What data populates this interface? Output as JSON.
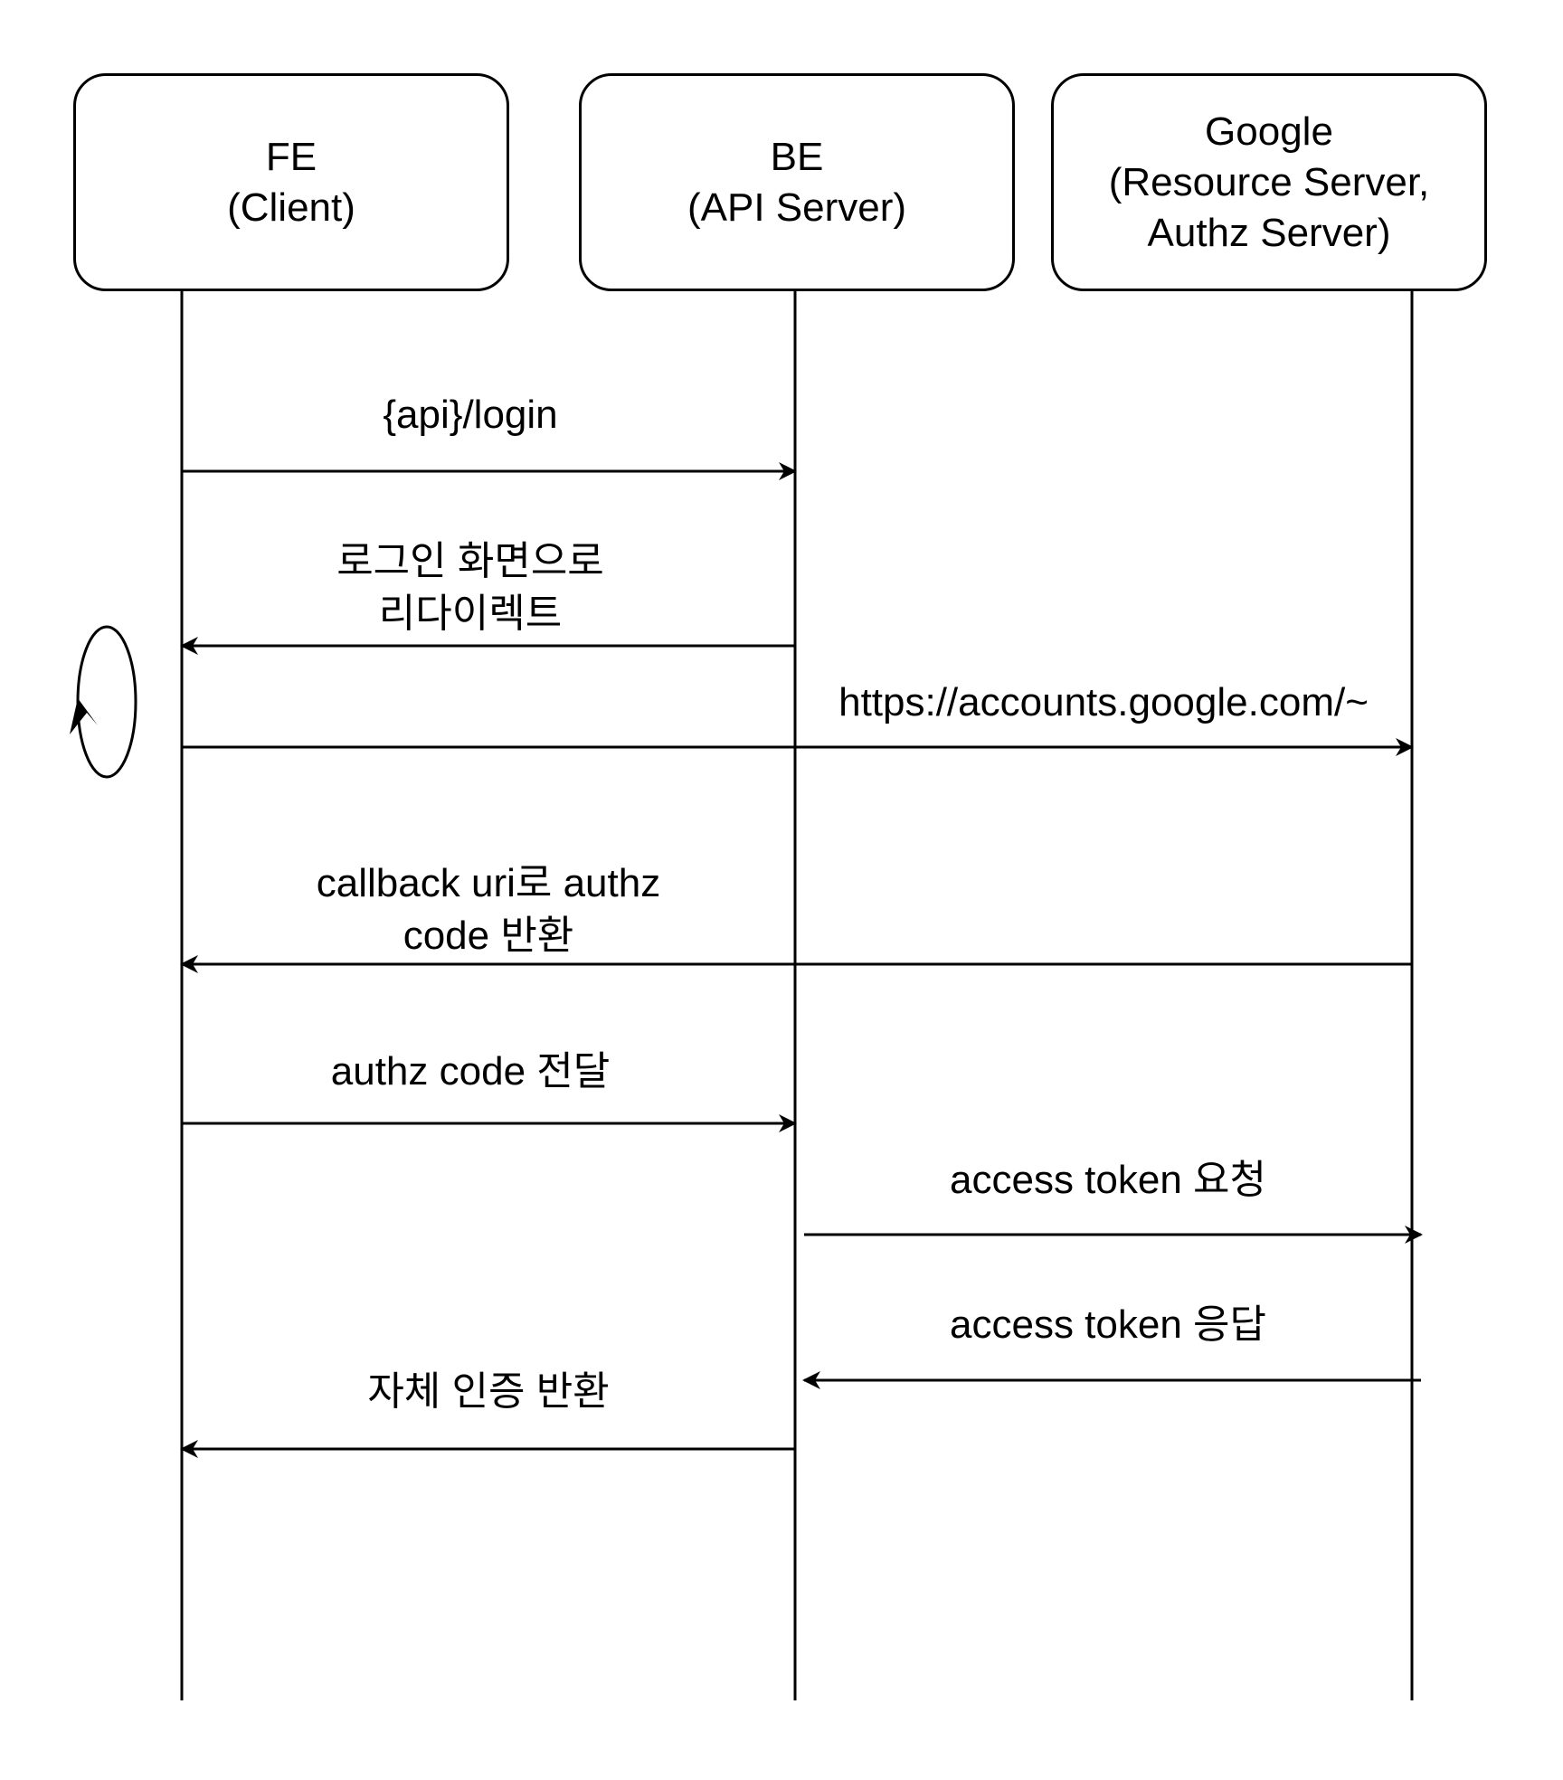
{
  "participants": [
    {
      "id": "fe",
      "label": "FE\n(Client)"
    },
    {
      "id": "be",
      "label": "BE\n(API Server)"
    },
    {
      "id": "google",
      "label": "Google\n(Resource Server,\nAuthz Server)"
    }
  ],
  "messages": [
    {
      "id": "login",
      "from": "fe",
      "to": "be",
      "label": "{api}/login"
    },
    {
      "id": "redirect",
      "from": "be",
      "to": "fe",
      "label": "로그인 화면으로\n리다이렉트"
    },
    {
      "id": "google-accounts",
      "from": "fe",
      "to": "google",
      "label": "https://accounts.google.com/~"
    },
    {
      "id": "callback",
      "from": "google",
      "to": "fe",
      "label": "callback uri로 authz\ncode 반환"
    },
    {
      "id": "send-code",
      "from": "fe",
      "to": "be",
      "label": "authz code 전달"
    },
    {
      "id": "token-request",
      "from": "be",
      "to": "google",
      "label": "access token 요청"
    },
    {
      "id": "token-response",
      "from": "google",
      "to": "be",
      "label": "access token 응답"
    },
    {
      "id": "own-auth",
      "from": "be",
      "to": "fe",
      "label": "자체 인증 반환"
    }
  ],
  "self_loop": {
    "participant": "fe"
  }
}
